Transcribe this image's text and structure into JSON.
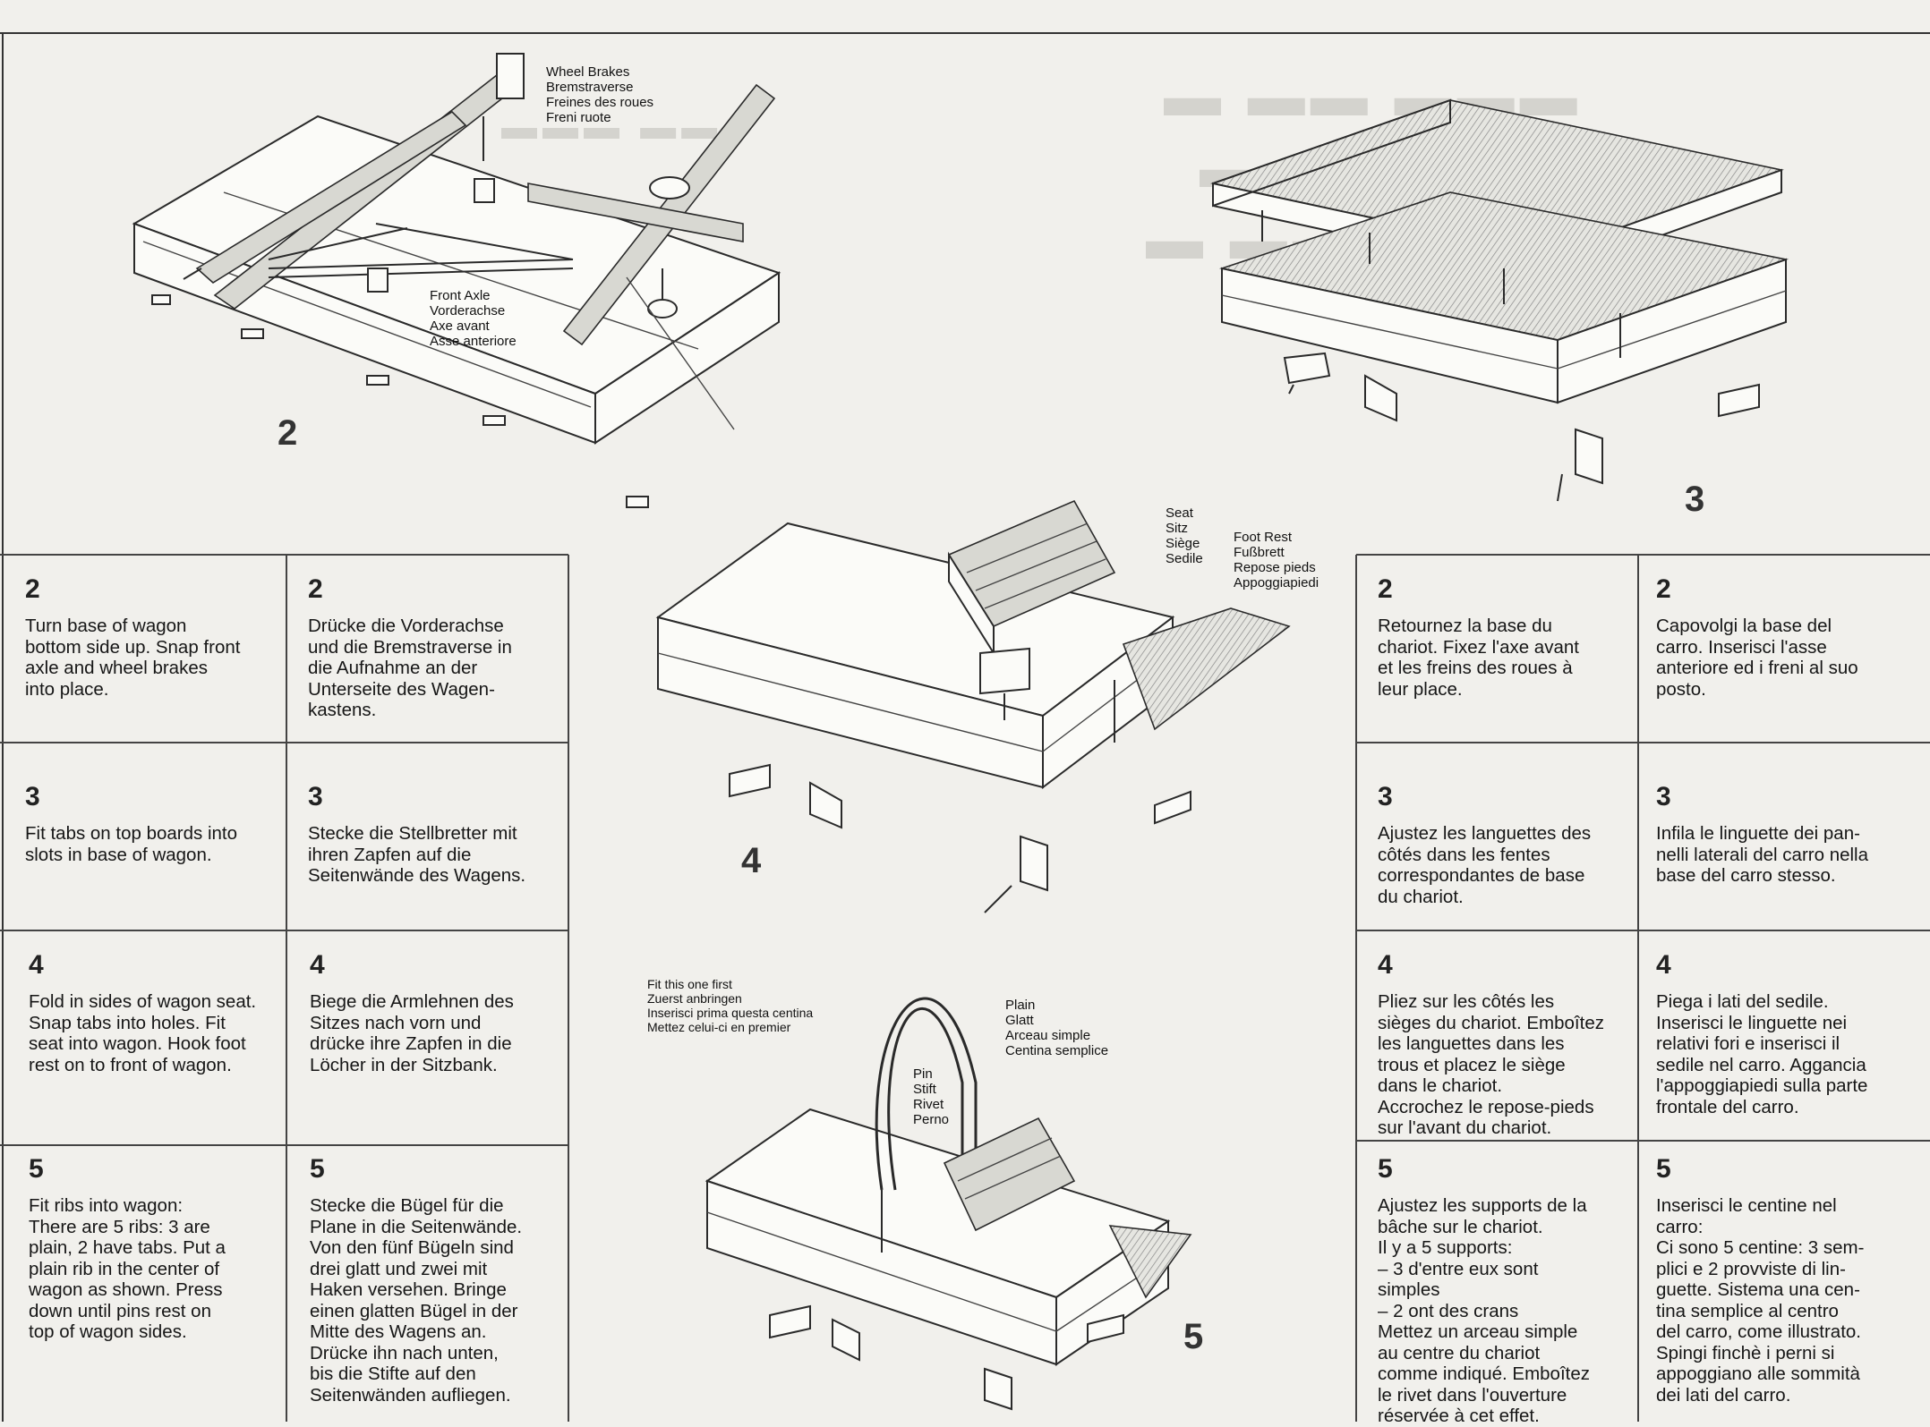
{
  "figures": {
    "fig2": {
      "number": "2",
      "callout_brakes": "Wheel Brakes\nBremstraverse\nFreines des roues\nFreni ruote",
      "callout_axle": "Front Axle\nVorderachse\nAxe avant\nAsse anteriore"
    },
    "fig3": {
      "number": "3"
    },
    "fig4": {
      "number": "4",
      "callout_seat": "Seat\nSitz\nSiège\nSedile",
      "callout_footrest": "Foot Rest\nFußbrett\nRepose pieds\nAppoggiapiedi"
    },
    "fig5": {
      "number": "5",
      "callout_first": "Fit this one first\nZuerst anbringen\nInserisci prima questa centina\nMettez celui-ci en premier",
      "callout_plain": "Plain\nGlatt\nArceau simple\nCentina semplice",
      "callout_pin": "Pin\nStift\nRivet\nPerno"
    }
  },
  "steps": {
    "english": [
      {
        "num": "2",
        "text": "Turn base of wagon\nbottom side up. Snap front\naxle and wheel brakes\ninto place."
      },
      {
        "num": "3",
        "text": "Fit tabs on top boards into\nslots in base of wagon."
      },
      {
        "num": "4",
        "text": "Fold in sides of wagon seat.\nSnap tabs into holes. Fit\nseat into wagon. Hook foot\nrest on to front of wagon."
      },
      {
        "num": "5",
        "text": "Fit ribs into wagon:\nThere are 5 ribs: 3 are\nplain, 2 have tabs. Put a\nplain rib in the center of\nwagon as shown. Press\ndown until pins rest on\ntop of wagon sides."
      }
    ],
    "german": [
      {
        "num": "2",
        "text": "Drücke die Vorderachse\nund die Bremstraverse in\ndie Aufnahme an der\nUnterseite des Wagen-\nkastens."
      },
      {
        "num": "3",
        "text": "Stecke die Stellbretter mit\nihren Zapfen auf die\nSeitenwände des Wagens."
      },
      {
        "num": "4",
        "text": "Biege die Armlehnen des\nSitzes nach vorn und\ndrücke ihre Zapfen in die\nLöcher in der Sitzbank."
      },
      {
        "num": "5",
        "text": "Stecke die Bügel für die\nPlane in die Seitenwände.\nVon den fünf Bügeln sind\ndrei glatt und zwei mit\nHaken versehen. Bringe\neinen glatten Bügel in der\nMitte des Wagens an.\nDrücke ihn nach unten,\nbis die Stifte auf den\nSeitenwänden aufliegen."
      }
    ],
    "french": [
      {
        "num": "2",
        "text": "Retournez la base du\nchariot. Fixez l'axe avant\net les freins des roues à\nleur place."
      },
      {
        "num": "3",
        "text": "Ajustez les languettes des\ncôtés dans les fentes\ncorrespondantes de base\ndu chariot."
      },
      {
        "num": "4",
        "text": "Pliez sur les côtés les\nsièges du chariot. Emboîtez\nles languettes dans les\ntrous et placez le siège\ndans le chariot.\nAccrochez le repose-pieds\nsur l'avant du chariot."
      },
      {
        "num": "5",
        "text": "Ajustez les supports de la\nbâche sur le chariot.\nIl y a 5 supports:\n– 3 d'entre eux sont\n   simples\n– 2 ont des crans\nMettez un arceau simple\nau centre du chariot\ncomme indiqué. Emboîtez\nle rivet dans l'ouverture\nréservée à cet effet."
      }
    ],
    "italian": [
      {
        "num": "2",
        "text": "Capovolgi la base del\ncarro. Inserisci l'asse\nanteriore ed i freni al suo\nposto."
      },
      {
        "num": "3",
        "text": "Infila le linguette dei pan-\nnelli laterali del carro nella\nbase del carro stesso."
      },
      {
        "num": "4",
        "text": "Piega i lati del sedile.\nInserisci le linguette nei\nrelativi fori e inserisci il\nsedile nel carro. Aggancia\nl'appoggiapiedi sulla parte\nfrontale del carro."
      },
      {
        "num": "5",
        "text": "Inserisci le centine nel\ncarro:\nCi sono 5 centine: 3 sem-\nplici e 2 provviste di lin-\nguette. Sistema una cen-\ntina semplice al centro\ndel carro, come illustrato.\nSpingi finchè i perni si\nappoggiano alle sommità\ndei lati del carro."
      }
    ]
  },
  "colors": {
    "paper": "#f1f0ec",
    "ink": "#161616",
    "rule": "#444444"
  }
}
